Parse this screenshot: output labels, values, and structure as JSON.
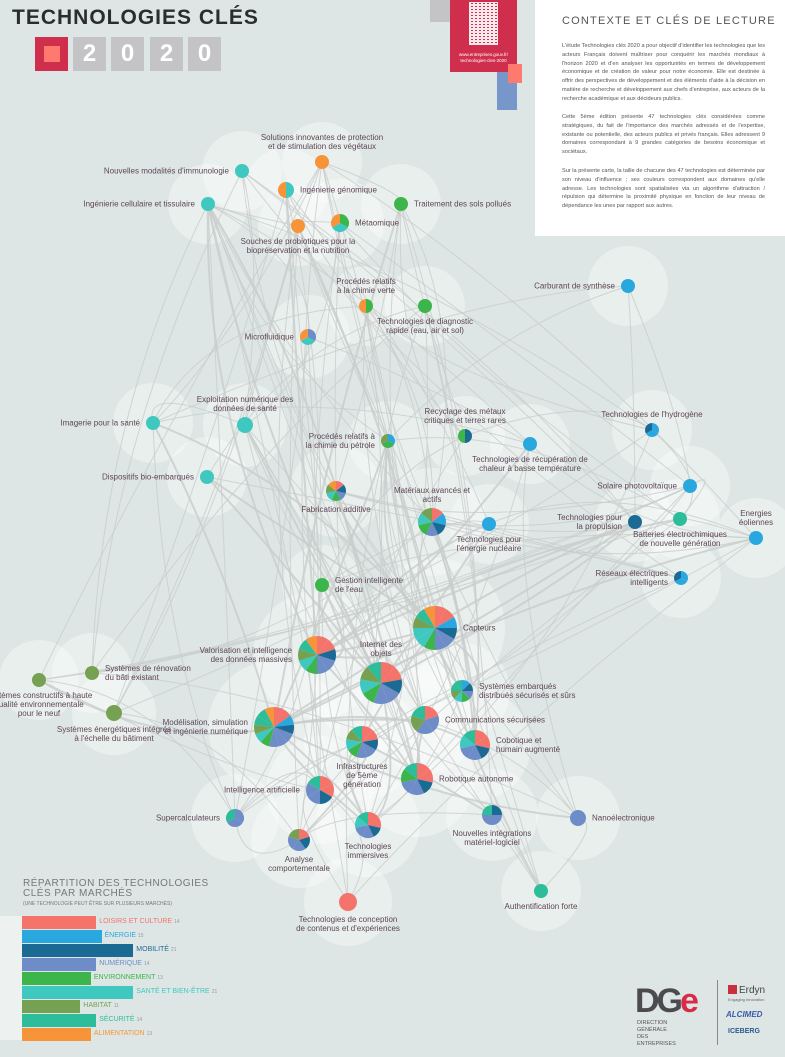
{
  "header": {
    "title": "TECHNOLOGIES CLÉS",
    "year_digits": [
      "2",
      "0",
      "2",
      "0"
    ],
    "qr_url": "www.entreprises.gouv.fr/\ntechnologies-cles-2020"
  },
  "context": {
    "title": "CONTEXTE ET CLÉS DE LECTURE",
    "paragraphs": [
      "L'étude Technologies clés 2020 a pour objectif d'identifier les technologies que les acteurs Français doivent maîtriser pour conquérir les marchés mondiaux à l'horizon 2020 et d'en analyser les opportunités en termes de développement économique et de création de valeur pour notre économie. Elle est destinée à offrir des perspectives de développement et des éléments d'aide à la décision en matière de recherche et développement aux chefs d'entreprise, aux acteurs de la recherche académique et aux décideurs publics.",
      "Cette 5ème édition présente 47 technologies clés considérées comme stratégiques, du fait de l'importance des marchés adressés et de l'expertise, existante ou potentielle, des acteurs publics et privés français. Elles adressent 9 domaines correspondant à 9 grandes catégories de besoins économique et sociétaux.",
      "Sur la présente carte, la taille de chacune des 47 technologies est déterminée par son niveau d'influence ; ses couleurs correspondent aux domaines qu'elle adresse. Les technologies sont spatialisées via un algorithme d'attraction / répulsion qui détermine la proximité physique en fonction de leur niveau de dépendance les unes par rapport aux autres."
    ]
  },
  "legend": {
    "title": "RÉPARTITION DES TECHNOLOGIES\nCLÉS PAR MARCHÉS",
    "subtitle": "(UNE TECHNOLOGIE PEUT ÊTRE SUR PLUSIEURS MARCHÉS)",
    "markets": [
      {
        "key": "loisirs",
        "label": "LOISIRS ET CULTURE",
        "count": 14,
        "color": "#f4736b"
      },
      {
        "key": "energie",
        "label": "ÉNERGIE",
        "count": 15,
        "color": "#29a8e0"
      },
      {
        "key": "mobilite",
        "label": "MOBILITÉ",
        "count": 21,
        "color": "#1b6a93"
      },
      {
        "key": "numerique",
        "label": "NUMÉRIQUE",
        "count": 14,
        "color": "#6d8cc8"
      },
      {
        "key": "environnement",
        "label": "ENVIRONNEMENT",
        "count": 13,
        "color": "#3cb54a"
      },
      {
        "key": "sante",
        "label": "SANTÉ ET BIEN-ÊTRE",
        "count": 21,
        "color": "#3fc8c0"
      },
      {
        "key": "habitat",
        "label": "HABITAT",
        "count": 11,
        "color": "#76a152"
      },
      {
        "key": "securite",
        "label": "SÉCURITÉ",
        "count": 14,
        "color": "#2dbd9b"
      },
      {
        "key": "alimentation",
        "label": "ALIMENTATION",
        "count": 13,
        "color": "#f7943a"
      }
    ]
  },
  "nodes": [
    {
      "label": "Solutions innovantes de protection\net de stimulation des végétaux",
      "markets": [
        "alimentation"
      ]
    },
    {
      "label": "Nouvelles modalités d'immunologie",
      "markets": [
        "sante"
      ]
    },
    {
      "label": "Ingénierie génomique",
      "markets": [
        "alimentation",
        "sante"
      ]
    },
    {
      "label": "Traitement des sols pollués",
      "markets": [
        "environnement"
      ]
    },
    {
      "label": "Ingénierie cellulaire et tissulaire",
      "markets": [
        "sante"
      ]
    },
    {
      "label": "Métaomique",
      "markets": [
        "alimentation",
        "environnement",
        "sante"
      ]
    },
    {
      "label": "Souches de probiotiques pour la\nbiopréservation et la nutrition",
      "markets": [
        "alimentation"
      ]
    },
    {
      "label": "Procédés relatifs\nà la chimie verte",
      "markets": [
        "environnement",
        "alimentation"
      ]
    },
    {
      "label": "Technologies de diagnostic\nrapide (eau, air et sol)",
      "markets": [
        "environnement"
      ]
    },
    {
      "label": "Carburant de synthèse",
      "markets": [
        "energie"
      ]
    },
    {
      "label": "Microfluidique",
      "markets": [
        "alimentation",
        "sante",
        "numerique"
      ]
    },
    {
      "label": "Exploitation numérique des\ndonnées de santé",
      "markets": [
        "sante"
      ]
    },
    {
      "label": "Imagerie pour la santé",
      "markets": [
        "sante"
      ]
    },
    {
      "label": "Recyclage des métaux\ncritiques et terres rares",
      "markets": [
        "environnement",
        "mobilite"
      ]
    },
    {
      "label": "Technologies de l'hydrogène",
      "markets": [
        "mobilite",
        "energie",
        "energie"
      ]
    },
    {
      "label": "Procédés relatifs à\nla chimie du pétrole",
      "markets": [
        "environnement",
        "habitat",
        "energie"
      ]
    },
    {
      "label": "Technologies de récupération de\nchaleur à basse température",
      "markets": [
        "energie"
      ]
    },
    {
      "label": "Dispositifs bio-embarqués",
      "markets": [
        "sante"
      ]
    },
    {
      "label": "Solaire photovoltaïque",
      "markets": [
        "energie"
      ]
    },
    {
      "label": "Fabrication additive",
      "markets": [
        "environnement",
        "habitat",
        "loisirs",
        "mobilite",
        "sante",
        "numerique",
        "alimentation"
      ]
    },
    {
      "label": "Matériaux avancés et\nactifs",
      "markets": [
        "energie",
        "environnement",
        "habitat",
        "loisirs",
        "mobilite",
        "sante",
        "numerique"
      ]
    },
    {
      "label": "Technologies pour\nla propulsion",
      "markets": [
        "mobilite"
      ]
    },
    {
      "label": "Batteries électrochimiques\nde nouvelle génération",
      "markets": [
        "securite"
      ]
    },
    {
      "label": "Energies éoliennes",
      "markets": [
        "energie"
      ]
    },
    {
      "label": "Technologies pour\nl'énergie nucléaire",
      "markets": [
        "energie"
      ]
    },
    {
      "label": "Réseaux électriques\nintelligents",
      "markets": [
        "energie",
        "energie",
        "mobilite"
      ]
    },
    {
      "label": "Gestion intelligente\nde l'eau",
      "markets": [
        "environnement"
      ]
    },
    {
      "label": "Capteurs",
      "markets": [
        "alimentation",
        "energie",
        "environnement",
        "habitat",
        "loisirs",
        "loisirs",
        "mobilite",
        "sante",
        "sante",
        "securite",
        "numerique",
        "numerique"
      ]
    },
    {
      "label": "Internet des\nobjets",
      "markets": [
        "environnement",
        "habitat",
        "loisirs",
        "loisirs",
        "mobilite",
        "sante",
        "securite",
        "numerique",
        "numerique"
      ]
    },
    {
      "label": "Valorisation et intelligence\ndes données massives",
      "markets": [
        "alimentation",
        "environnement",
        "habitat",
        "loisirs",
        "loisirs",
        "mobilite",
        "sante",
        "securite",
        "numerique",
        "numerique"
      ]
    },
    {
      "label": "Systèmes de rénovation\ndu bâti existant",
      "markets": [
        "habitat"
      ]
    },
    {
      "label": "Systèmes constructifs à haute\nqualité environnementale\npour le neuf",
      "markets": [
        "habitat"
      ]
    },
    {
      "label": "Systèmes énergétiques intégrés\nà l'échelle du bâtiment",
      "markets": [
        "habitat"
      ]
    },
    {
      "label": "Systèmes embarqués\ndistribués sécurisés et sûrs",
      "markets": [
        "energie",
        "environnement",
        "habitat",
        "mobilite",
        "sante",
        "securite",
        "securite",
        "numerique"
      ]
    },
    {
      "label": "Communications sécurisées",
      "markets": [
        "habitat",
        "loisirs",
        "securite",
        "numerique",
        "numerique"
      ]
    },
    {
      "label": "Modélisation, simulation\net ingénierie numérique",
      "markets": [
        "alimentation",
        "energie",
        "environnement",
        "habitat",
        "loisirs",
        "loisirs",
        "mobilite",
        "sante",
        "securite",
        "securite",
        "numerique",
        "numerique",
        "numerique"
      ]
    },
    {
      "label": "Cobotique et\nhumain augmenté",
      "markets": [
        "loisirs",
        "loisirs",
        "mobilite",
        "sante",
        "securite",
        "numerique",
        "numerique"
      ]
    },
    {
      "label": "Infrastructures\nde 5ème\ngénération",
      "markets": [
        "environnement",
        "habitat",
        "loisirs",
        "loisirs",
        "mobilite",
        "sante",
        "securite",
        "numerique",
        "numerique"
      ]
    },
    {
      "label": "Robotique autonome",
      "markets": [
        "environnement",
        "loisirs",
        "loisirs",
        "mobilite",
        "securite",
        "numerique",
        "numerique"
      ]
    },
    {
      "label": "Intelligence artificielle",
      "markets": [
        "loisirs",
        "loisirs",
        "mobilite",
        "securite",
        "numerique",
        "numerique"
      ]
    },
    {
      "label": "Supercalculateurs",
      "markets": [
        "securite",
        "numerique",
        "numerique"
      ]
    },
    {
      "label": "Nanoélectronique",
      "markets": [
        "numerique"
      ]
    },
    {
      "label": "Nouvelles intégrations\nmatériel-logiciel",
      "markets": [
        "mobilite",
        "securite",
        "numerique",
        "numerique"
      ]
    },
    {
      "label": "Technologies\nimmersives",
      "markets": [
        "loisirs",
        "loisirs",
        "mobilite",
        "securite",
        "numerique",
        "numerique",
        "sante"
      ]
    },
    {
      "label": "Analyse\ncomportementale",
      "markets": [
        "habitat",
        "loisirs",
        "mobilite",
        "numerique",
        "numerique"
      ]
    },
    {
      "label": "Authentification forte",
      "markets": [
        "securite"
      ]
    },
    {
      "label": "Technologies de conception\nde contenus et d'expériences",
      "markets": [
        "loisirs"
      ]
    }
  ],
  "footer": {
    "dge_logo": "DGE",
    "dge_name": "DIRECTION GÉNÉRALE\nDES ENTREPRISES",
    "partners": [
      "Erdyn",
      "Engaging Innovation",
      "ALCIMED",
      "ICEBERG"
    ]
  }
}
